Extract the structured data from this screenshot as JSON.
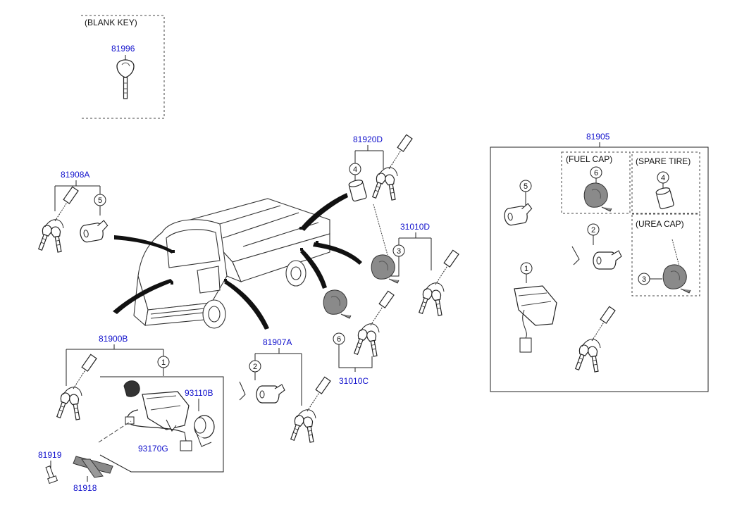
{
  "colors": {
    "part_number": "#1010cc",
    "text": "#111111",
    "line": "#222222",
    "part_fill": "#8a8a8a"
  },
  "groups": {
    "blank_key": {
      "title": "(BLANK KEY)",
      "part": "81996"
    },
    "door_lock": {
      "part": "81908A",
      "callout": "5"
    },
    "rear_side": {
      "part": "81920D",
      "callout": "4"
    },
    "lock_31010D": {
      "part": "31010D",
      "callout": "3"
    },
    "lock_31010C": {
      "part": "31010C",
      "callout": "6"
    },
    "ignition": {
      "part": "81900B",
      "callout": "1",
      "sub_parts": [
        "93110B",
        "93170G"
      ]
    },
    "tailgate": {
      "part": "81907A",
      "callout": "2"
    },
    "bolt": {
      "part": "81919"
    },
    "bracket": {
      "part": "81918"
    },
    "key_set": {
      "part": "81905",
      "callouts": [
        "5",
        "1",
        "2",
        "6",
        "4",
        "3"
      ],
      "sub_boxes": {
        "fuel_cap": "(FUEL CAP)",
        "spare_tire": "(SPARE TIRE)",
        "urea_cap": "(UREA CAP)"
      }
    }
  }
}
